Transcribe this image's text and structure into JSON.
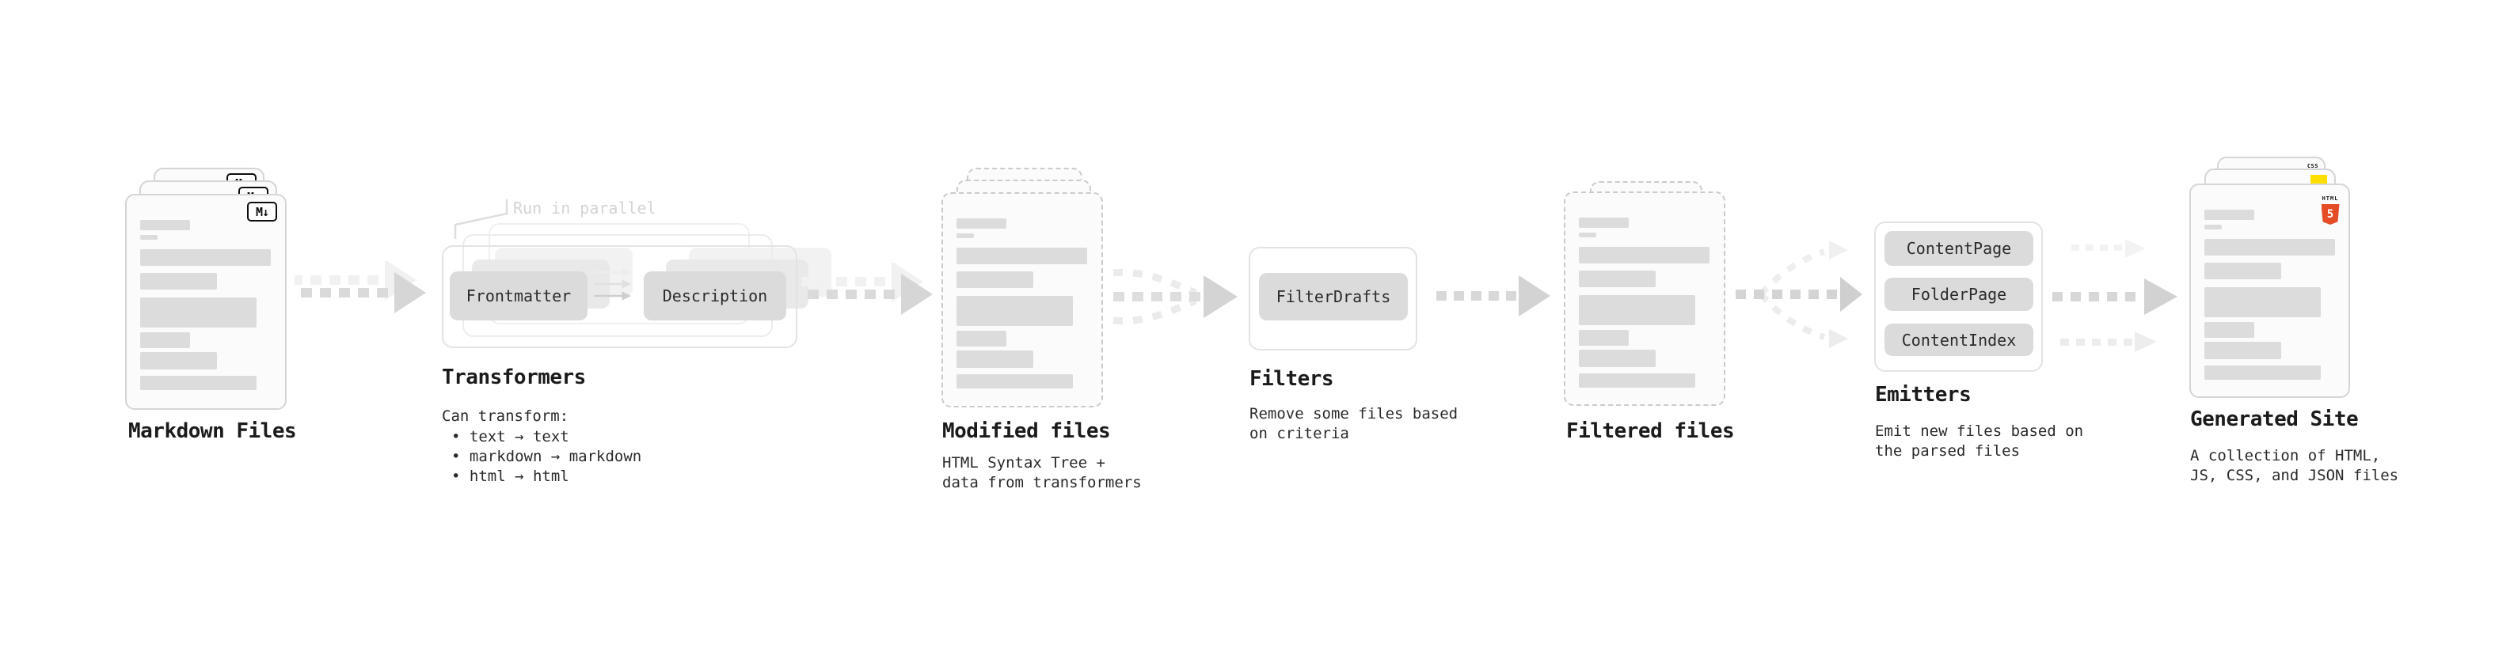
{
  "markdown_files": {
    "title": "Markdown Files",
    "icon_label": "M↓"
  },
  "transformers": {
    "annotation": "Run in parallel",
    "button_frontmatter": "Frontmatter",
    "button_description": "Description",
    "title": "Transformers",
    "desc_heading": "Can transform:",
    "bullets": [
      "• text → text",
      "• markdown → markdown",
      "• html → html"
    ]
  },
  "modified_files": {
    "title": "Modified files",
    "subtitle": [
      "HTML Syntax Tree +",
      "data from transformers"
    ]
  },
  "filters": {
    "button_filterdrafts": "FilterDrafts",
    "title": "Filters",
    "subtitle": [
      "Remove some files based",
      "on criteria"
    ]
  },
  "filtered_files": {
    "title": "Filtered files"
  },
  "emitters": {
    "buttons": [
      "ContentPage",
      "FolderPage",
      "ContentIndex"
    ],
    "title": "Emitters",
    "subtitle": [
      "Emit new files based on",
      "the parsed files"
    ]
  },
  "generated_site": {
    "title": "Generated Site",
    "subtitle": [
      "A collection of HTML,",
      "JS, CSS, and JSON files"
    ],
    "html5_badge": {
      "label": "HTML",
      "number": "5"
    },
    "css_label": "CSS"
  },
  "colors": {
    "html5_orange": "#e44d26",
    "js_yellow": "#ffdf00",
    "css_blue": "#2760e6",
    "arrow_gray": "#d6d6d6",
    "arrow_ghost": "#f1f1f1"
  }
}
